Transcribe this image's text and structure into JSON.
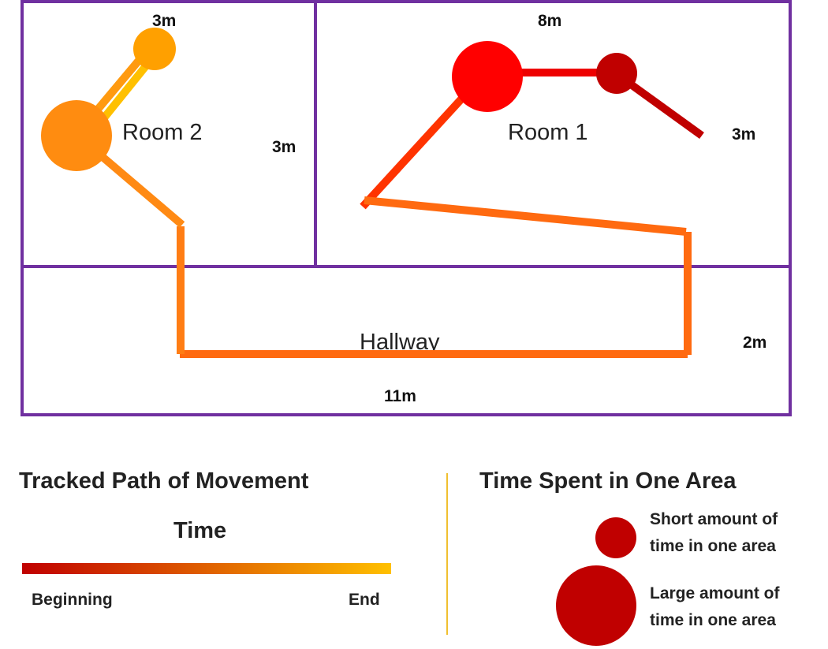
{
  "floor_plan": {
    "rooms": [
      {
        "id": "room2",
        "label": "Room 2"
      },
      {
        "id": "room1",
        "label": "Room 1"
      },
      {
        "id": "hallway",
        "label": "Hallway"
      }
    ],
    "dimensions": {
      "room2_width": "3m",
      "room2_height": "3m",
      "room1_width": "8m",
      "room1_height": "3m",
      "hallway_height": "2m",
      "total_width": "11m"
    },
    "colors": {
      "walls": "#7030a0",
      "path_beginning": "#c00000",
      "path_end": "#ffc000"
    }
  },
  "legend": {
    "path": {
      "title": "Tracked Path of Movement",
      "subtitle": "Time",
      "start_label": "Beginning",
      "end_label": "End"
    },
    "time_spent": {
      "title": "Time Spent in One Area",
      "short_label_line1": "Short amount of",
      "short_label_line2": "time in one area",
      "large_label_line1": "Large amount of",
      "large_label_line2": "time in one area",
      "circle_color": "#c00000"
    }
  }
}
